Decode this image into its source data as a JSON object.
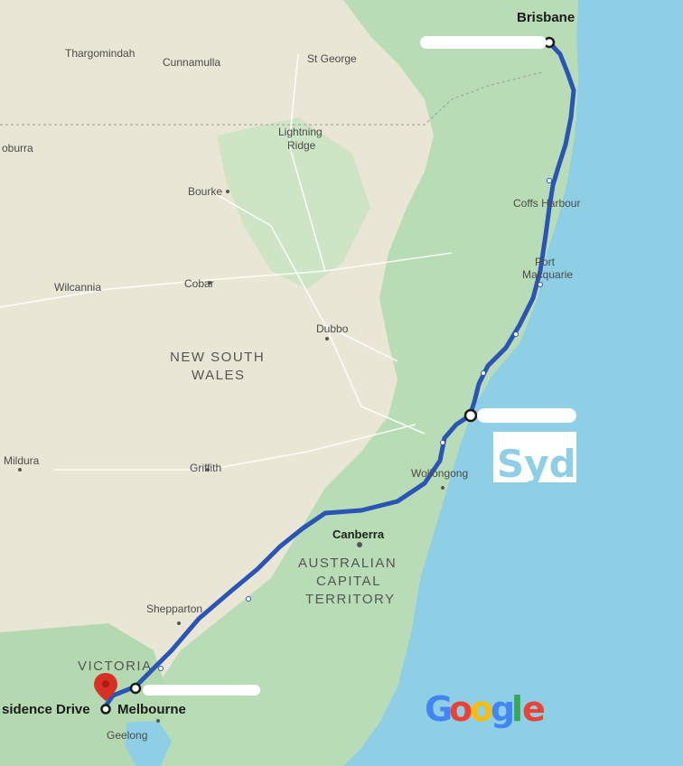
{
  "map": {
    "states": {
      "nsw_line1": "NEW SOUTH",
      "nsw_line2": "WALES",
      "vic": "VICTORIA",
      "act_line1": "AUSTRALIAN",
      "act_line2": "CAPITAL",
      "act_line3": "TERRITORY"
    },
    "places": {
      "thargomindah": "Thargomindah",
      "cunnamulla": "Cunnamulla",
      "st_george": "St George",
      "lightning_ridge_1": "Lightning",
      "lightning_ridge_2": "Ridge",
      "oburra": "oburra",
      "bourke": "Bourke",
      "wilcannia": "Wilcannia",
      "cobar": "Cobar",
      "dubbo": "Dubbo",
      "mildura": "Mildura",
      "griffith": "Griffith",
      "shepparton": "Shepparton",
      "geelong": "Geelong",
      "canberra": "Canberra",
      "wollongong": "Wollongong",
      "coffs_harbour": "Coffs Harbour",
      "port_macquarie_1": "Port",
      "port_macquarie_2": "Macquarie"
    },
    "cities": {
      "brisbane": "Brisbane",
      "melbourne": "Melbourne",
      "residence": "sidence Drive"
    },
    "annotation": "Syd",
    "attribution": {
      "letters": [
        "G",
        "o",
        "o",
        "g",
        "l",
        "e"
      ],
      "colors": [
        "#4285F4",
        "#EA4335",
        "#FBBC05",
        "#4285F4",
        "#34A853",
        "#EA4335"
      ]
    },
    "colors": {
      "ocean": "#8fcfe6",
      "land": "#e9e6d6",
      "forest": "#b8dcb5",
      "route": "#2a55b7",
      "pin": "#d93025"
    }
  }
}
